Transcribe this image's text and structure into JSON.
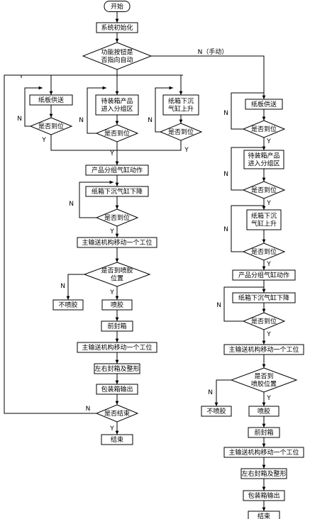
{
  "nodes": [
    {
      "id": "start",
      "text": "开始"
    },
    {
      "id": "init",
      "text": "系统初始化"
    },
    {
      "id": "d_auto",
      "lines": [
        "功能按钮是",
        "否指向自动"
      ]
    },
    {
      "id": "a_board",
      "text": "纸板供送"
    },
    {
      "id": "a_enter",
      "lines": [
        "待装箱产品",
        "进入分组区"
      ]
    },
    {
      "id": "a_lift",
      "lines": [
        "纸箱下沉",
        "气缸上升"
      ]
    },
    {
      "id": "a_d1",
      "text": "是否到位"
    },
    {
      "id": "a_d2",
      "text": "是否到位"
    },
    {
      "id": "a_d3",
      "text": "是否到位"
    },
    {
      "id": "a_group",
      "text": "产品分组气缸动作"
    },
    {
      "id": "a_down",
      "text": "纸箱下沉气缸下降"
    },
    {
      "id": "a_d4",
      "text": "是否到位"
    },
    {
      "id": "a_move1",
      "text": "主输送机构移动一个工位"
    },
    {
      "id": "a_d_glue",
      "lines": [
        "是否到喷胶",
        "位置"
      ]
    },
    {
      "id": "a_noglue",
      "text": "不喷胶"
    },
    {
      "id": "a_glue",
      "text": "喷胶"
    },
    {
      "id": "a_front",
      "text": "前封箱"
    },
    {
      "id": "a_move2",
      "text": "主输送机构移动一个工位"
    },
    {
      "id": "a_seal",
      "text": "左右封箱及整形"
    },
    {
      "id": "a_out",
      "text": "包装箱输出"
    },
    {
      "id": "a_d_end",
      "text": "是否结束"
    },
    {
      "id": "end",
      "text": "结束"
    },
    {
      "id": "m_board",
      "text": "纸板供送"
    },
    {
      "id": "m_d1",
      "text": "是否到位"
    },
    {
      "id": "m_enter",
      "lines": [
        "待装箱产品",
        "进入分组区"
      ]
    },
    {
      "id": "m_d2",
      "text": "是否到位"
    },
    {
      "id": "m_lift",
      "lines": [
        "纸箱下沉",
        "气缸上升"
      ]
    },
    {
      "id": "m_d3",
      "text": "是否到位"
    },
    {
      "id": "m_group",
      "text": "产品分组气缸动作"
    },
    {
      "id": "m_down",
      "text": "纸箱下沉气缸下降"
    },
    {
      "id": "m_d4",
      "text": "是否到位"
    },
    {
      "id": "m_move1",
      "text": "主输送机构移动一个工位"
    },
    {
      "id": "m_d_glue",
      "lines": [
        "是否到",
        "喷胶位置"
      ]
    },
    {
      "id": "m_noglue",
      "text": "不喷胶"
    },
    {
      "id": "m_glue",
      "text": "喷胶"
    },
    {
      "id": "m_front",
      "text": "前封箱"
    },
    {
      "id": "m_move2",
      "text": "主输送机构移动一个工位"
    },
    {
      "id": "m_seal",
      "text": "左右封箱及整形"
    },
    {
      "id": "m_out",
      "text": "包装箱输出"
    },
    {
      "id": "m_end",
      "text": "结束"
    }
  ],
  "labels": {
    "manual": "N（手动）",
    "yes": "Y",
    "no": "N"
  }
}
